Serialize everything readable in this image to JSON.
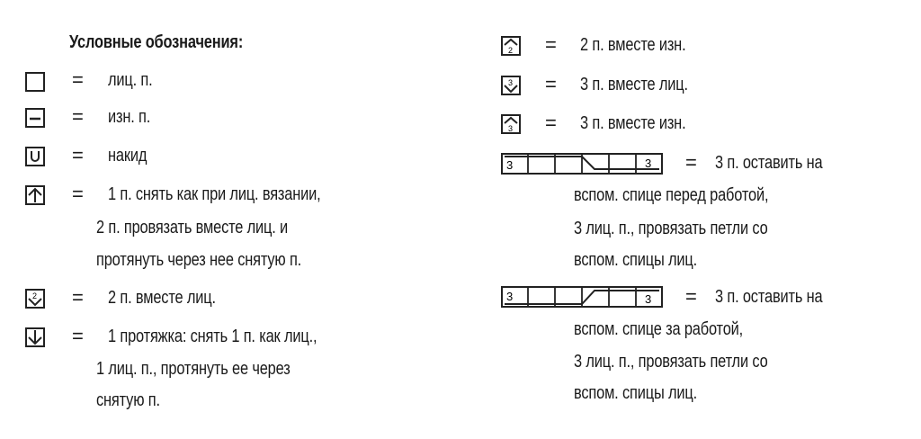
{
  "title": "Условные обозначения:",
  "eq": "=",
  "left": [
    {
      "icon": "empty-square-icon",
      "lines": [
        "лиц. п."
      ]
    },
    {
      "icon": "dash-square-icon",
      "lines": [
        "изн. п."
      ]
    },
    {
      "icon": "u-square-icon",
      "lines": [
        "накид"
      ]
    },
    {
      "icon": "up-arrow-square-icon",
      "lines": [
        "1 п. снять как при лиц. вязании,",
        "2 п. провязать вместе лиц. и",
        "протянуть через нее снятую п."
      ]
    },
    {
      "icon": "down-arrow-2-square-icon",
      "lines": [
        "2 п. вместе лиц."
      ]
    },
    {
      "icon": "down-arrow-square-icon",
      "lines": [
        "1 протяжка: снять 1 п. как лиц.,",
        "1 лиц. п., протянуть ее через",
        "снятую п."
      ]
    }
  ],
  "right": [
    {
      "icon": "up-arrow-2-square-icon",
      "lines": [
        "2 п. вместе изн."
      ]
    },
    {
      "icon": "down-arrow-3-square-icon",
      "lines": [
        "3 п. вместе лиц."
      ]
    },
    {
      "icon": "up-arrow-3-square-icon",
      "lines": [
        "3 п. вместе изн."
      ]
    },
    {
      "icon": "cable-front-icon",
      "cell_label": "3",
      "lines": [
        "3 п. оставить на",
        "вспом. спице перед работой,",
        "3 лиц. п., провязать петли со",
        "вспом. спицы лиц."
      ]
    },
    {
      "icon": "cable-back-icon",
      "cell_label": "3",
      "lines": [
        "3 п. оставить на",
        "вспом. спице за работой,",
        "3 лиц. п., провязать петли со",
        "вспом. спицы лиц."
      ]
    }
  ]
}
